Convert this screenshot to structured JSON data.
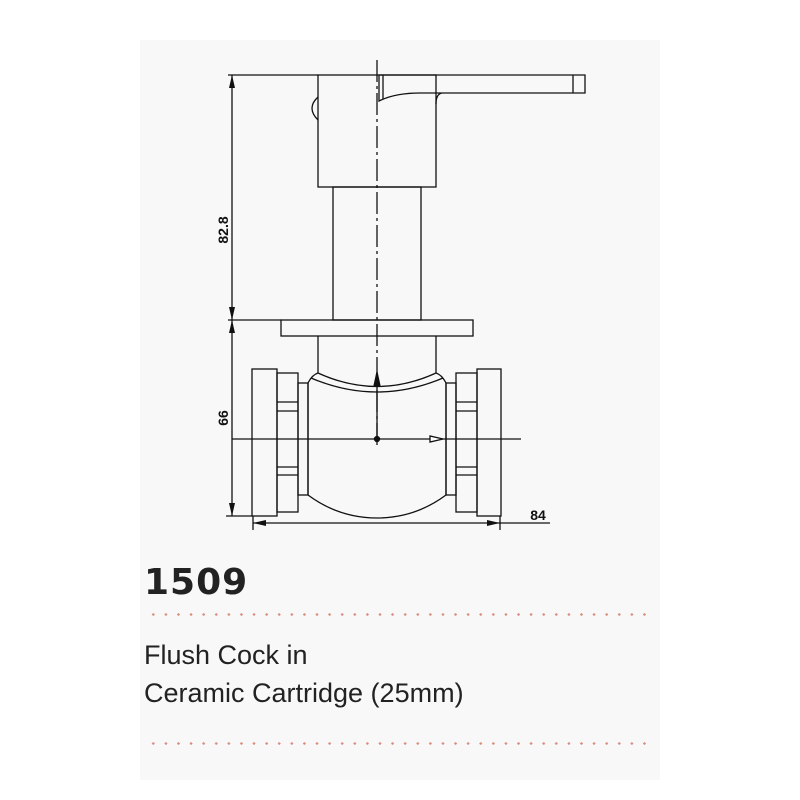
{
  "drawing": {
    "dim_height_upper": "82.8",
    "dim_height_lower": "66",
    "dim_width": "84"
  },
  "product": {
    "code": "1509",
    "title_line1": "Flush Cock in",
    "title_line2": "Ceramic Cartridge (25mm)"
  },
  "colors": {
    "divider": "#d98f80",
    "line": "#111111"
  }
}
